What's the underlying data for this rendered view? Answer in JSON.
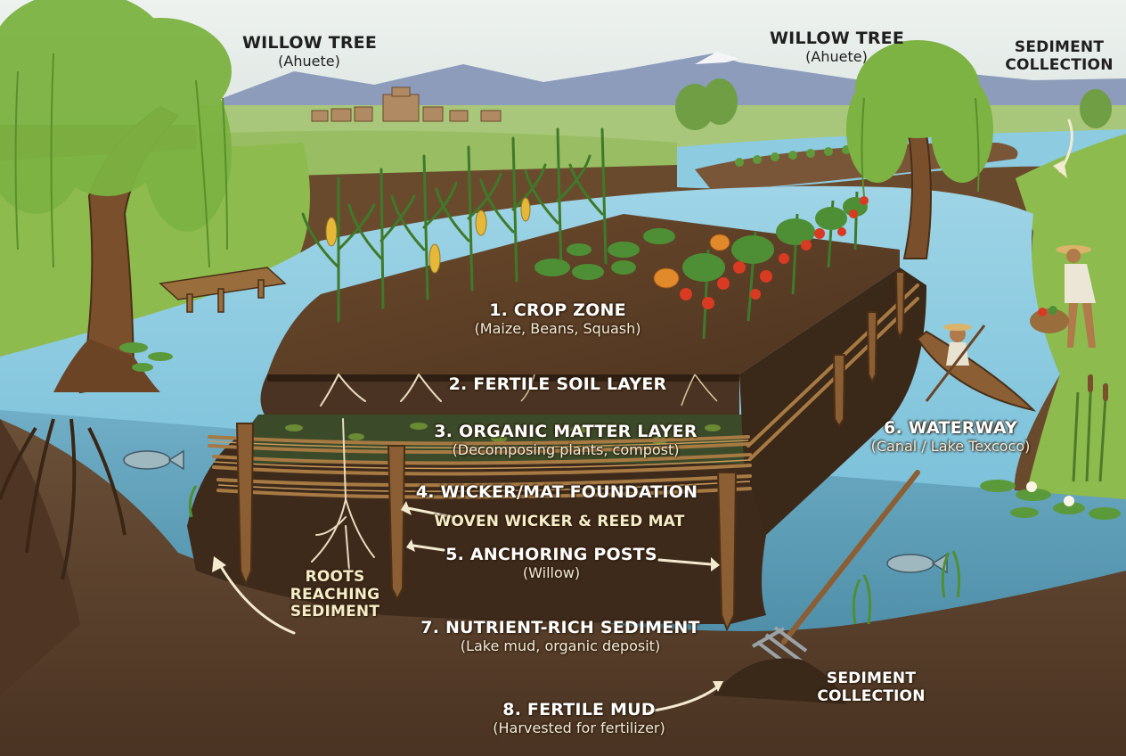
{
  "labels": {
    "willow_left": {
      "title": "WILLOW TREE",
      "sub": "(Ahuete)"
    },
    "willow_right": {
      "title": "WILLOW TREE",
      "sub": "(Ahuete)"
    },
    "sediment_top": {
      "line1": "SEDIMENT",
      "line2": "COLLECTION"
    },
    "crop_zone": {
      "title": "1. CROP ZONE",
      "sub": "(Maize, Beans, Squash)"
    },
    "fertile_soil": {
      "title": "2. FERTILE SOIL LAYER"
    },
    "organic_matter": {
      "title": "3. ORGANIC MATTER LAYER",
      "sub": "(Decomposing plants, compost)"
    },
    "wicker_foundation": {
      "title": "4. WICKER/MAT FOUNDATION"
    },
    "woven_wicker": {
      "title": "WOVEN WICKER & REED MAT"
    },
    "anchoring_posts": {
      "title": "5. ANCHORING POSTS",
      "sub": "(Willow)"
    },
    "waterway": {
      "title": "6. WATERWAY",
      "sub": "(Canal / Lake Texcoco)"
    },
    "roots": {
      "line1": "ROOTS",
      "line2": "REACHING",
      "line3": "SEDIMENT"
    },
    "nutrient_sediment": {
      "title": "7. NUTRIENT-RICH SEDIMENT",
      "sub": "(Lake mud, organic deposit)"
    },
    "sediment_bottom": {
      "line1": "SEDIMENT",
      "line2": "COLLECTION"
    },
    "fertile_mud": {
      "title": "8. FERTILE MUD",
      "sub": "(Harvested for fertilizer)"
    }
  },
  "colors": {
    "sky": "#dfe7e6",
    "mountain": "#8a98b8",
    "water": "#7cc6dc",
    "water_deep": "#4f8fb0",
    "grass": "#8dbb4e",
    "soil": "#4a3220",
    "sediment": "#5c4a3a",
    "wicker": "#9a6e3c"
  },
  "icons": [
    "willow-tree-icon",
    "maize-plant-icon",
    "tomato-plant-icon",
    "squash-icon",
    "fish-icon",
    "canoe-icon",
    "farmer-icon",
    "pitchfork-icon",
    "water-lily-icon",
    "dock-icon"
  ]
}
